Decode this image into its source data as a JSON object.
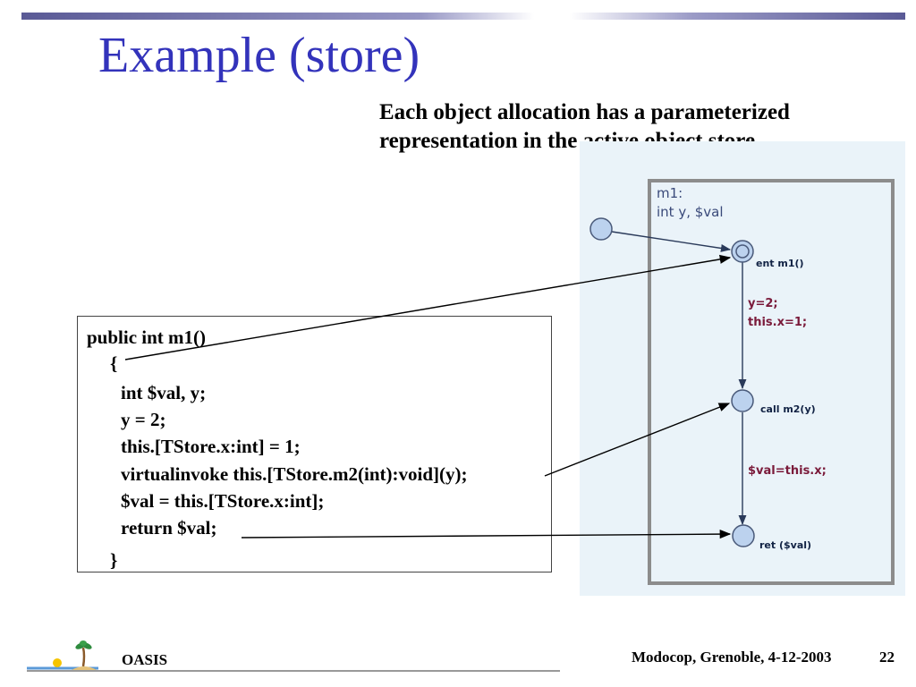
{
  "slide": {
    "title": "Example (store)",
    "subtitle_lines": [
      "Each object allocation has a parameterized",
      "representation in the active object store."
    ]
  },
  "code": {
    "lines": [
      "public int m1()",
      "{",
      "int $val, y;",
      "y = 2;",
      "this.[TStore.x:int] = 1;",
      "virtualinvoke this.[TStore.m2(int):void](y);",
      "$val = this.[TStore.x:int];",
      "return $val;",
      "}"
    ]
  },
  "automaton": {
    "header_lines": [
      "m1:",
      "int y, $val"
    ],
    "states": [
      {
        "label": "ent m1()"
      },
      {
        "label": "call m2(y)"
      },
      {
        "label": "ret ($val)"
      }
    ],
    "transitions": [
      {
        "actions": [
          "y=2;",
          "this.x=1;"
        ]
      },
      {
        "actions": [
          "$val=this.x;"
        ]
      }
    ]
  },
  "footer": {
    "org": "OASIS",
    "event": "Modocop, Grenoble, 4-12-2003",
    "page": "22"
  }
}
